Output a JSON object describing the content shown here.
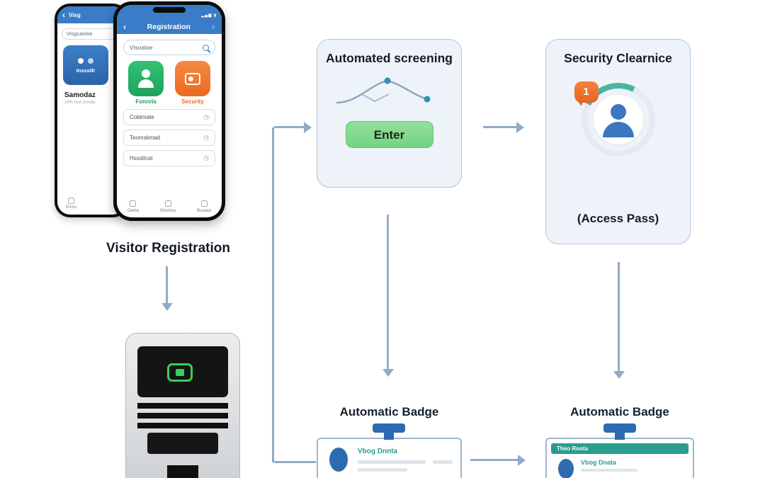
{
  "colors": {
    "arrow": "#93abc6",
    "card_background": "#eef3f9",
    "card_border": "#b3c4d6",
    "enter_button_green": "#7fd78a",
    "teal_accent": "#2a9d8f",
    "orange_accent": "#ec6a1e",
    "phone_header_blue": "#3a7cc7",
    "badge_clip_blue": "#2c6bb3",
    "tile_green": "#1ea35c",
    "kiosk_led_green": "#35d05a"
  },
  "back_phone": {
    "header_title": "Visg",
    "field_label": "Visgcanloe",
    "tile_label": "Inssstlr",
    "name_label": "Samodaz",
    "caption": "10% mot snmda",
    "nav_label": "Emss"
  },
  "phone": {
    "status_icons": "▂▄▆ ▮",
    "back_glyph": "‹",
    "refresh_glyph": "○",
    "clock_glyph": "◷",
    "header_title": "Registration",
    "search_value": "Visoaloe",
    "tiles": [
      {
        "label": "Fonnrla"
      },
      {
        "label": "Security"
      }
    ],
    "list_items": [
      {
        "label": "Cobtmate"
      },
      {
        "label": "Teomskmad"
      },
      {
        "label": "Hssstlcat"
      }
    ],
    "nav_items": [
      {
        "label": "Detra"
      },
      {
        "label": "IGnmss"
      },
      {
        "label": "Bssata"
      }
    ],
    "caption": "Visitor Registration"
  },
  "screening": {
    "title": "Automated screening",
    "button_label": "Enter"
  },
  "security": {
    "title": "Security Clearnice",
    "notification_count": "1",
    "subtitle": "(Access Pass)"
  },
  "badge_left": {
    "title": "Automatic Badge",
    "name": "Vbog Dnnta"
  },
  "badge_right": {
    "title": "Automatic Badge",
    "header": "Theo Roota",
    "name": "Vbog Dnata"
  }
}
